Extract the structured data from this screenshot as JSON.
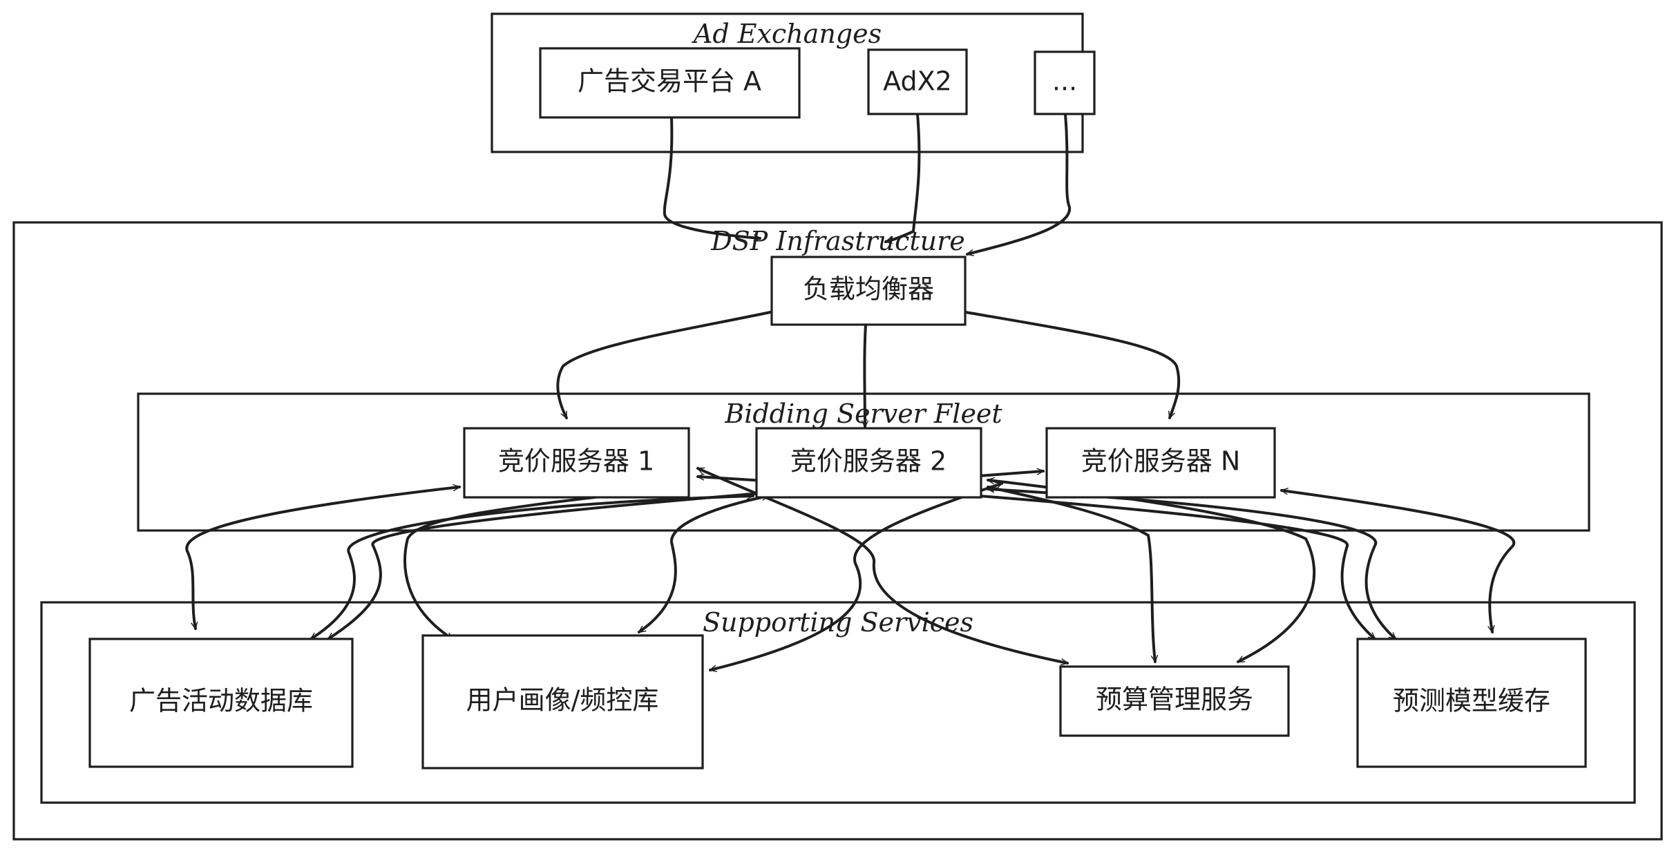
{
  "groups": {
    "ad_exchanges": "Ad Exchanges",
    "dsp": "DSP Infrastructure",
    "fleet": "Bidding Server Fleet",
    "supporting": "Supporting Services"
  },
  "nodes": {
    "exchange_a": "广告交易平台 A",
    "adx2": "AdX2",
    "ellipsis": "...",
    "load_balancer": "负载均衡器",
    "bidder_1": "竞价服务器 1",
    "bidder_2": "竞价服务器 2",
    "bidder_n": "竞价服务器 N",
    "campaign_db": "广告活动数据库",
    "profile_db": "用户画像/频控库",
    "budget_service": "预算管理服务",
    "model_cache": "预测模型缓存"
  },
  "colors": {
    "ink": "#1e1e1e",
    "background": "#ffffff"
  }
}
